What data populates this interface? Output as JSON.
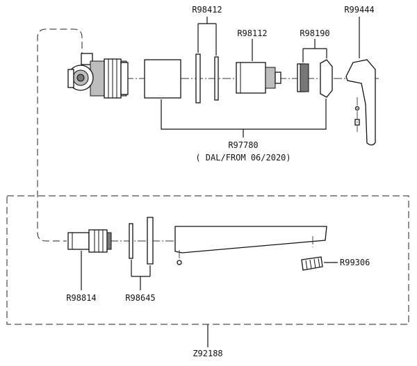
{
  "labels": {
    "r98412": "R98412",
    "r99444": "R99444",
    "r98112": "R98112",
    "r98190": "R98190",
    "r97780": "R97780",
    "r97780_note": "( DAL/FROM 06/2020)",
    "r99306": "R99306",
    "r98814": "R98814",
    "r98645": "R98645",
    "z92188": "Z92188"
  }
}
